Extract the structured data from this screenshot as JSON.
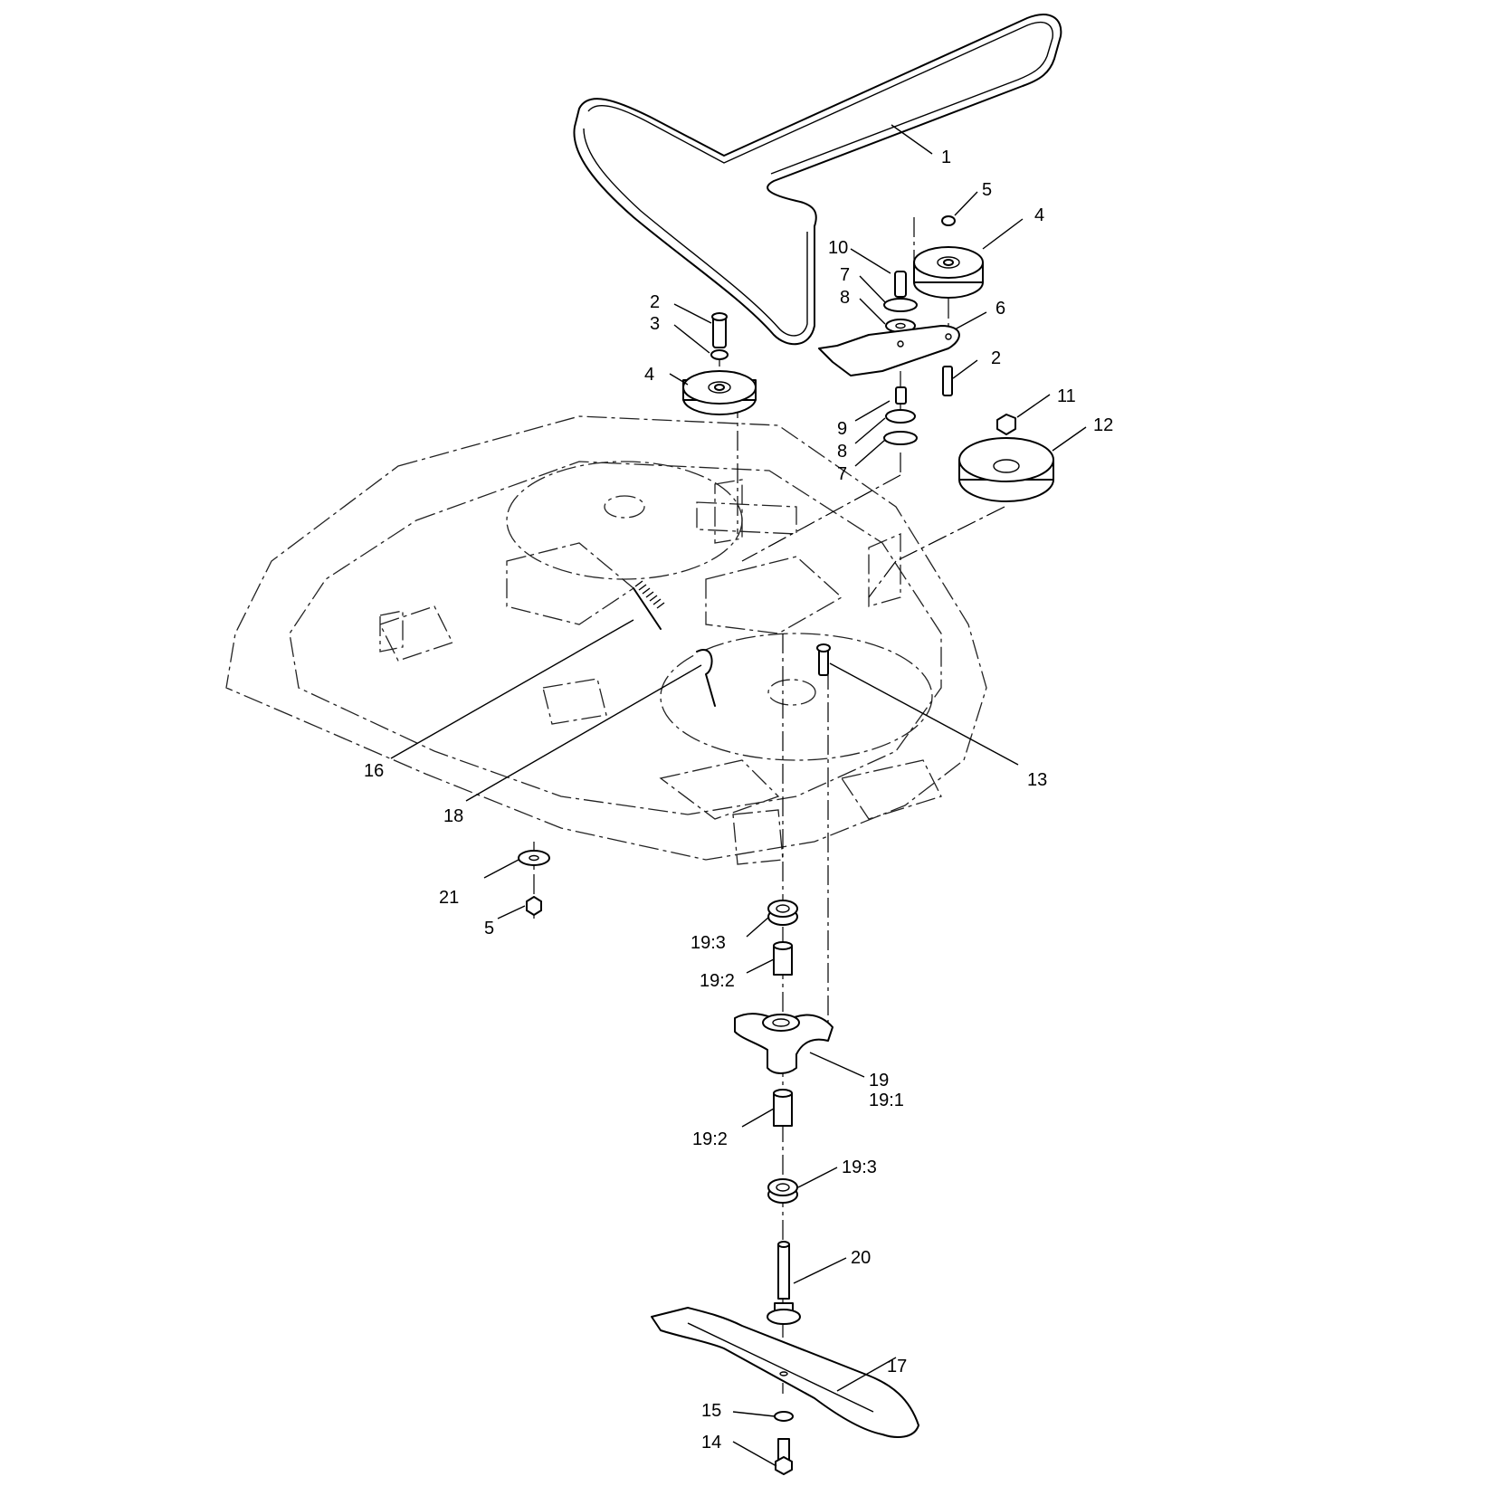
{
  "callouts": {
    "c1": "1",
    "c2a": "2",
    "c2b": "2",
    "c3": "3",
    "c4a": "4",
    "c4b": "4",
    "c5a": "5",
    "c5b": "5",
    "c6": "6",
    "c7a": "7",
    "c7b": "7",
    "c8a": "8",
    "c8b": "8",
    "c9": "9",
    "c10": "10",
    "c11": "11",
    "c12": "12",
    "c13": "13",
    "c14": "14",
    "c15": "15",
    "c16": "16",
    "c17": "17",
    "c18": "18",
    "c19": "19",
    "c191": "19:1",
    "c192a": "19:2",
    "c192b": "19:2",
    "c193a": "19:3",
    "c193b": "19:3",
    "c20": "20",
    "c21": "21"
  },
  "colors": {
    "line": "#000000",
    "background": "#ffffff"
  }
}
